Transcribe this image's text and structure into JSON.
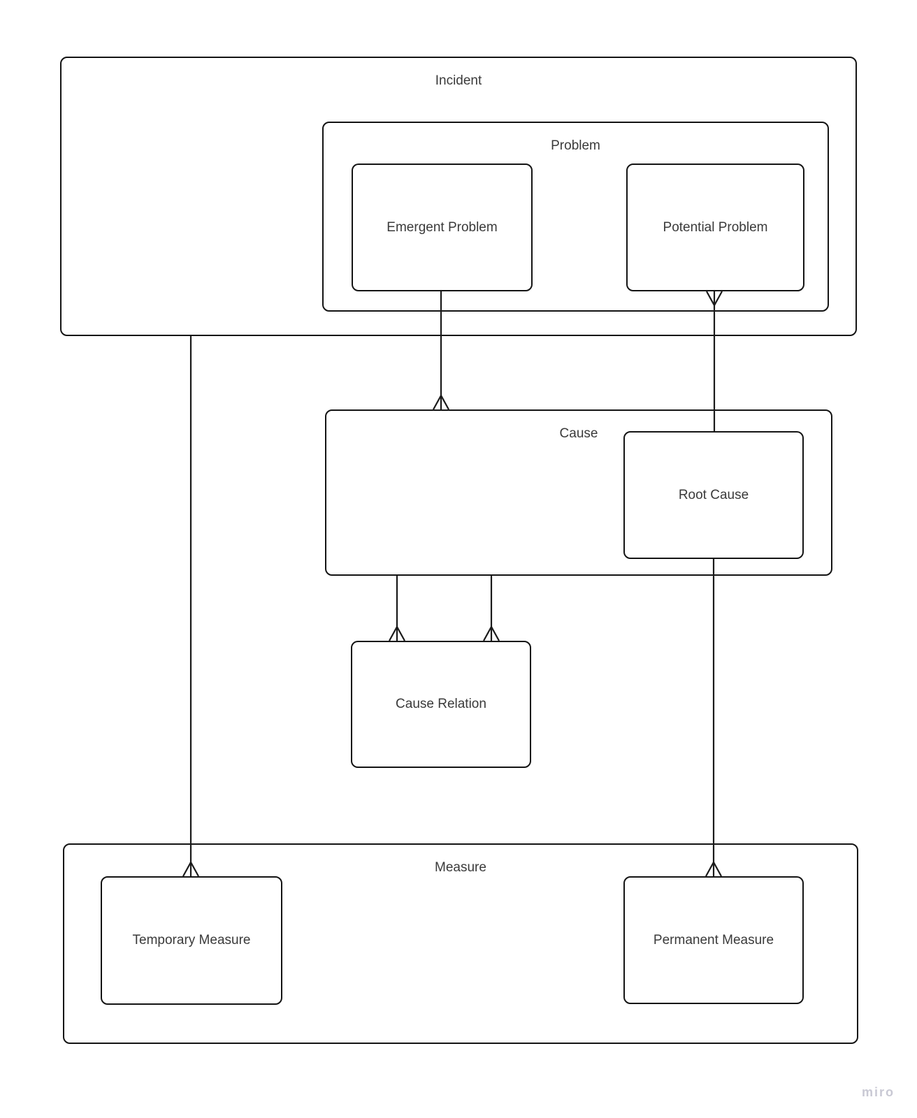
{
  "diagram": {
    "nodes": {
      "incident": {
        "label": "Incident",
        "type": "group"
      },
      "problem": {
        "label": "Problem",
        "type": "group"
      },
      "emergent_problem": {
        "label": "Emergent Problem",
        "type": "entity"
      },
      "potential_problem": {
        "label": "Potential Problem",
        "type": "entity"
      },
      "cause": {
        "label": "Cause",
        "type": "group"
      },
      "root_cause": {
        "label": "Root Cause",
        "type": "entity"
      },
      "cause_relation": {
        "label": "Cause Relation",
        "type": "entity"
      },
      "measure": {
        "label": "Measure",
        "type": "group"
      },
      "temporary_measure": {
        "label": "Temporary Measure",
        "type": "entity"
      },
      "permanent_measure": {
        "label": "Permanent Measure",
        "type": "entity"
      }
    },
    "edges": [
      {
        "from": "emergent_problem",
        "to": "cause",
        "crow_foot_at": "cause"
      },
      {
        "from": "potential_problem",
        "to": "root_cause",
        "crow_foot_at": "potential_problem"
      },
      {
        "from": "cause",
        "to": "cause_relation",
        "crow_foot_at": "cause_relation",
        "position": "left"
      },
      {
        "from": "cause",
        "to": "cause_relation",
        "crow_foot_at": "cause_relation",
        "position": "right"
      },
      {
        "from": "incident",
        "to": "temporary_measure",
        "crow_foot_at": "temporary_measure"
      },
      {
        "from": "root_cause",
        "to": "permanent_measure",
        "crow_foot_at": "permanent_measure"
      }
    ],
    "colors": {
      "border": "#141414",
      "connector": "#1a1a1a",
      "text": "#3a3a3a",
      "background": "#ffffff",
      "watermark": "#c9c9d4"
    }
  },
  "watermark": {
    "label": "miro"
  }
}
